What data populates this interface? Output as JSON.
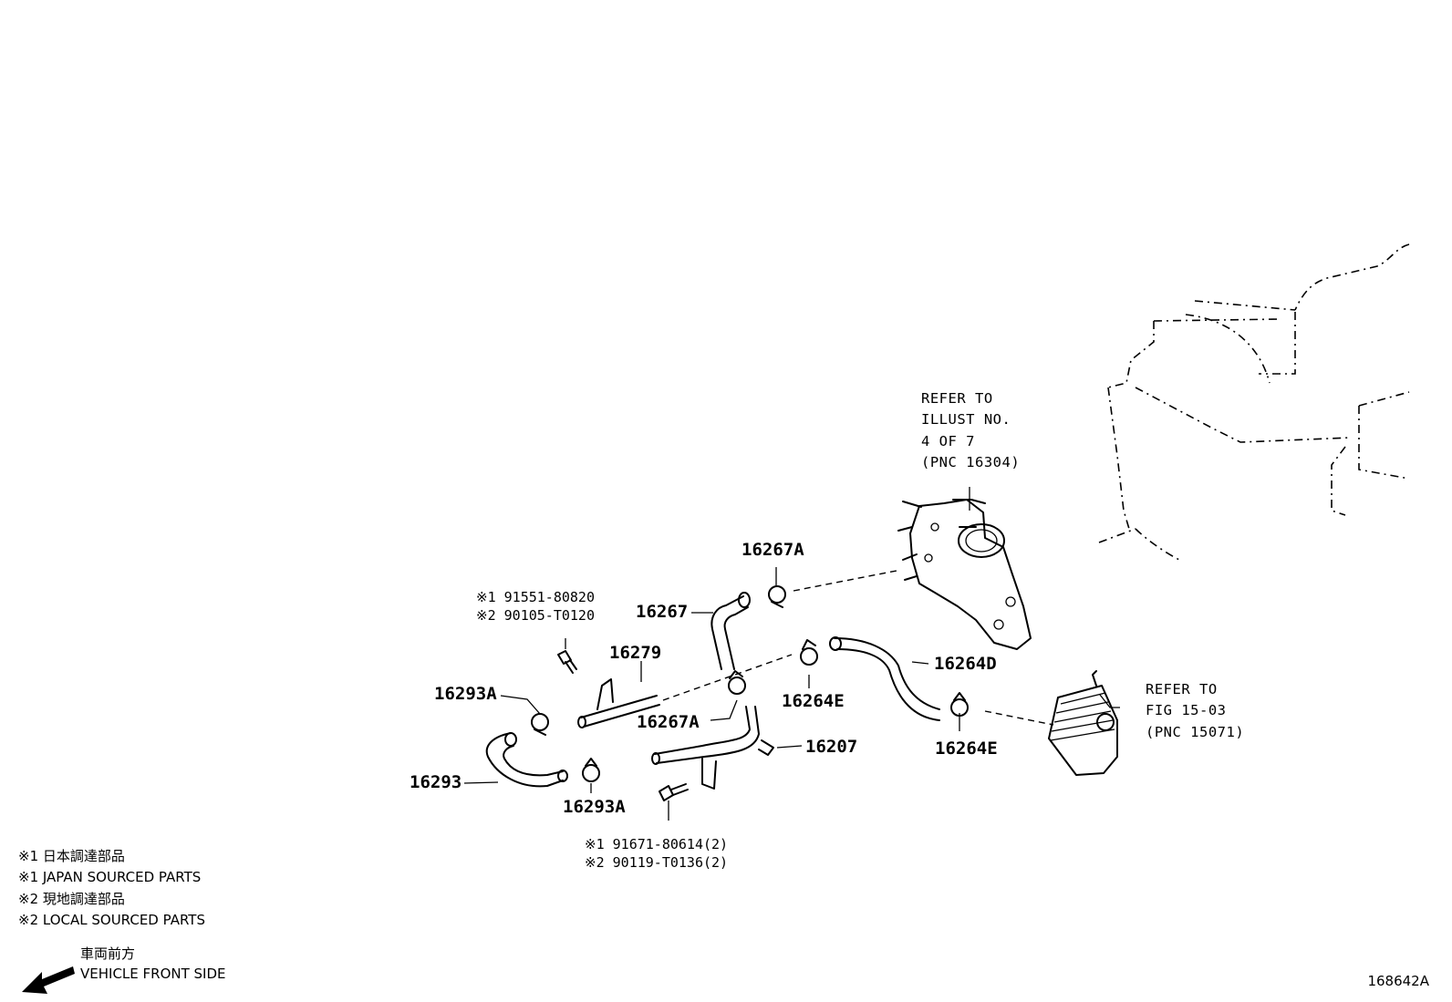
{
  "parts": {
    "p16267A_top": "16267A",
    "p16267": "16267",
    "p16279": "16279",
    "p16293A_left": "16293A",
    "p16293": "16293",
    "p16293A_bottom": "16293A",
    "p16267A_mid": "16267A",
    "p16264E_left": "16264E",
    "p16264D": "16264D",
    "p16207": "16207",
    "p16264E_right": "16264E"
  },
  "codes": {
    "bolt_top": [
      "※1 91551-80820",
      "※2 90105-T0120"
    ],
    "bolt_bottom": [
      "※1  91671-80614(2)",
      "※2  90119-T0136(2)"
    ]
  },
  "refs": {
    "illust": [
      "REFER TO",
      "ILLUST NO.",
      "4 OF 7",
      "(PNC 16304)"
    ],
    "fig": [
      "REFER TO",
      "FIG 15-03",
      "(PNC 15071)"
    ]
  },
  "legend": [
    "※1 日本調達部品",
    "※1 JAPAN SOURCED PARTS",
    "※2 現地調達部品",
    "※2 LOCAL SOURCED PARTS"
  ],
  "front": [
    "車両前方",
    "VEHICLE FRONT SIDE"
  ],
  "illustration_id": "168642A"
}
